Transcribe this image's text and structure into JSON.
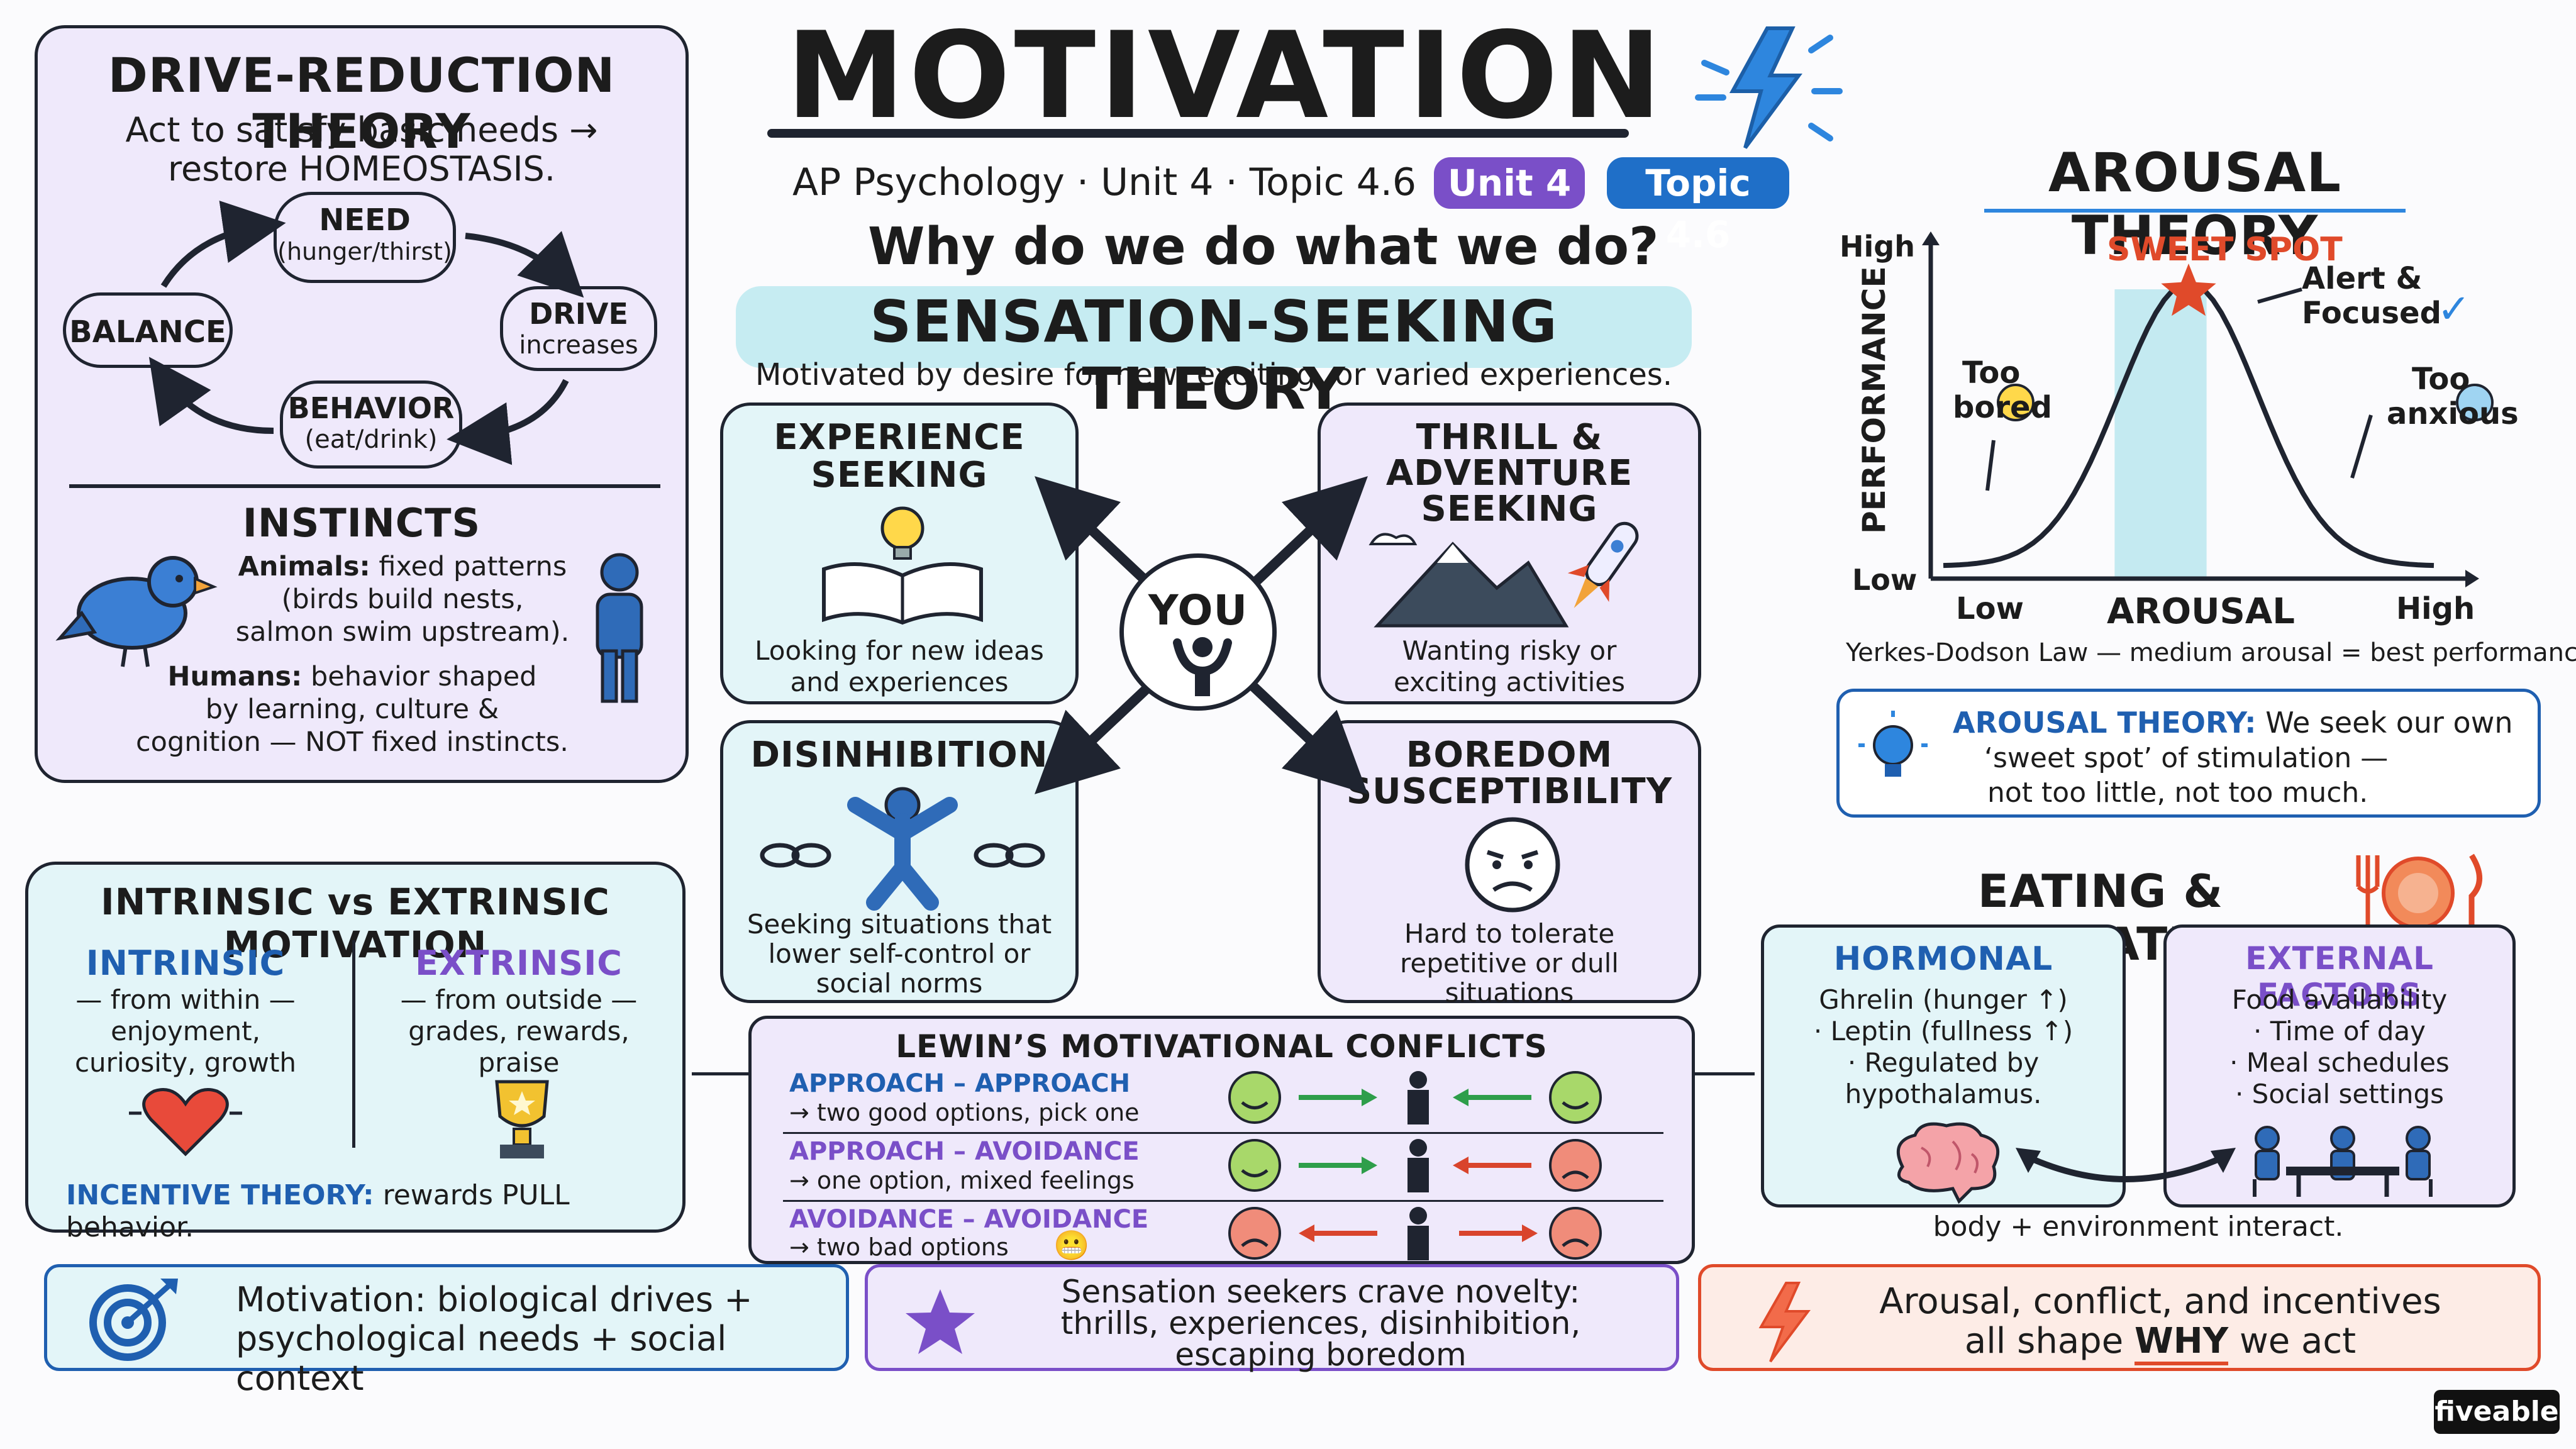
{
  "header": {
    "title": "MOTIVATION",
    "subtitle": "AP Psychology · Unit 4 · Topic 4.6",
    "badge_unit": "Unit 4",
    "badge_topic": "Topic 4.6",
    "question": "Why do we do what we do?"
  },
  "drive_reduction": {
    "title": "DRIVE-REDUCTION THEORY",
    "desc_line1": "Act to satisfy basic needs →",
    "desc_line2": "restore HOMEOSTASIS.",
    "cycle": {
      "need_title": "NEED",
      "need_sub": "(hunger/thirst)",
      "drive_title": "DRIVE",
      "drive_sub": "increases",
      "behavior_title": "BEHAVIOR",
      "behavior_sub": "(eat/drink)",
      "balance": "BALANCE"
    },
    "instincts_title": "INSTINCTS",
    "animals_label": "Animals:",
    "animals_text1": "fixed patterns",
    "animals_text2": "(birds build nests,",
    "animals_text3": "salmon swim upstream).",
    "humans_label": "Humans:",
    "humans_text1": "behavior shaped",
    "humans_text2": "by learning, culture &",
    "humans_text3": "cognition — NOT fixed instincts."
  },
  "sensation_seeking": {
    "title": "SENSATION-SEEKING THEORY",
    "desc": "Motivated by desire for new, exciting, or varied experiences.",
    "center": "YOU",
    "experience": {
      "title1": "EXPERIENCE",
      "title2": "SEEKING",
      "text1": "Looking for new ideas",
      "text2": "and experiences"
    },
    "thrill": {
      "title1": "THRILL &",
      "title2": "ADVENTURE",
      "title3": "SEEKING",
      "text1": "Wanting risky or",
      "text2": "exciting activities"
    },
    "disinhibition": {
      "title": "DISINHIBITION",
      "text1": "Seeking situations that",
      "text2": "lower self-control or",
      "text3": "social norms"
    },
    "boredom": {
      "title1": "BOREDOM",
      "title2": "SUSCEPTIBILITY",
      "text1": "Hard to tolerate",
      "text2": "repetitive or dull",
      "text3": "situations"
    }
  },
  "arousal": {
    "title": "AROUSAL THEORY",
    "sweet_spot": "SWEET SPOT",
    "alert1": "Alert &",
    "alert2": "Focused",
    "too_bored1": "Too",
    "too_bored2": "bored",
    "too_anxious1": "Too",
    "too_anxious2": "anxious",
    "y_label": "PERFORMANCE",
    "y_high": "High",
    "y_low": "Low",
    "x_label": "AROUSAL",
    "x_low": "Low",
    "x_high": "High",
    "law": "Yerkes-Dodson Law — medium arousal = best performance.",
    "note_label": "AROUSAL THEORY:",
    "note_text1": "We seek our own",
    "note_text2": "‘sweet spot’ of stimulation —",
    "note_text3": "not too little, not too much."
  },
  "intrinsic_extrinsic": {
    "title": "INTRINSIC vs EXTRINSIC MOTIVATION",
    "intrinsic_title": "INTRINSIC",
    "intrinsic_l1": "— from within —",
    "intrinsic_l2": "enjoyment,",
    "intrinsic_l3": "curiosity, growth",
    "extrinsic_title": "EXTRINSIC",
    "extrinsic_l1": "— from outside —",
    "extrinsic_l2": "grades, rewards,",
    "extrinsic_l3": "praise",
    "incentive_label": "INCENTIVE THEORY:",
    "incentive_text": "rewards PULL behavior."
  },
  "lewin": {
    "title": "LEWIN’S MOTIVATIONAL CONFLICTS",
    "rows": [
      {
        "name": "APPROACH – APPROACH",
        "desc": "→ two good options, pick one"
      },
      {
        "name": "APPROACH – AVOIDANCE",
        "desc": "→ one option, mixed feelings"
      },
      {
        "name": "AVOIDANCE – AVOIDANCE",
        "desc": "→ two bad options"
      }
    ]
  },
  "eating": {
    "title": "EATING & MOTIVATION",
    "hormonal_title": "HORMONAL",
    "h1": "Ghrelin (hunger ↑)",
    "h2": "· Leptin (fullness ↑)",
    "h3": "· Regulated by",
    "h4": "hypothalamus.",
    "external_title": "EXTERNAL FACTORS",
    "e1": "Food availability",
    "e2": "· Time of day",
    "e3": "· Meal schedules",
    "e4": "· Social settings",
    "footer": "body + environment interact."
  },
  "summary": {
    "box1_line1": "Motivation: biological drives +",
    "box1_line2": "psychological needs + social context",
    "box2_line1": "Sensation seekers crave novelty:",
    "box2_line2": "thrills, experiences, disinhibition,",
    "box2_line3": "escaping boredom",
    "box3_line1": "Arousal, conflict, and incentives",
    "box3_pre": "all shape",
    "box3_emph": "WHY",
    "box3_post": "we act"
  },
  "brand": "fiveable",
  "colors": {
    "lavender": "#efe9fb",
    "cyan": "#e3f5f8",
    "blue": "#1f5fb0",
    "purple": "#7a4fc8",
    "orange": "#fdece6",
    "red": "#e04a2a"
  }
}
